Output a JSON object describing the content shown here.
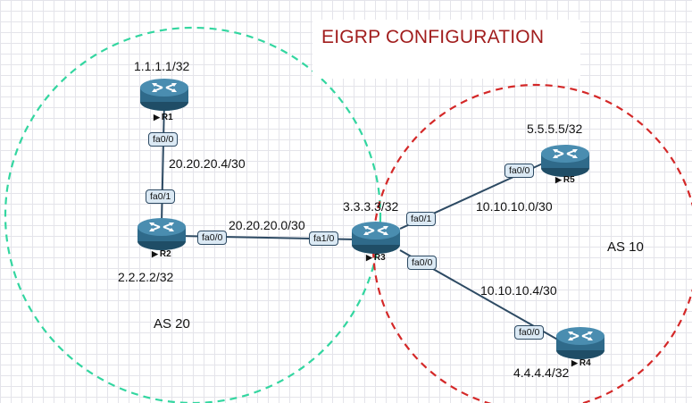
{
  "title": "EIGRP CONFIGURATION",
  "colors": {
    "as20_boundary": "#33d6a0",
    "as10_boundary": "#d42828",
    "title": "#a11d1d",
    "router_body": "#2f6a8a",
    "link": "#2d4a63",
    "port_fill": "#dbe9f4"
  },
  "areas": {
    "as20": "AS 20",
    "as10": "AS 10"
  },
  "routers": {
    "r1": {
      "name": "R1",
      "loopback": "1.1.1.1/32"
    },
    "r2": {
      "name": "R2",
      "loopback": "2.2.2.2/32"
    },
    "r3": {
      "name": "R3",
      "loopback": "3.3.3.3/32"
    },
    "r4": {
      "name": "R4",
      "loopback": "4.4.4.4/32"
    },
    "r5": {
      "name": "R5",
      "loopback": "5.5.5.5/32"
    }
  },
  "links": {
    "r1_r2": {
      "subnet": "20.20.20.4/30",
      "a_port": "fa0/0",
      "b_port": "fa0/1"
    },
    "r2_r3": {
      "subnet": "20.20.20.0/30",
      "a_port": "fa0/0",
      "b_port": "fa1/0"
    },
    "r3_r5": {
      "subnet": "10.10.10.0/30",
      "a_port": "fa0/1",
      "b_port": "fa0/0"
    },
    "r3_r4": {
      "subnet": "10.10.10.4/30",
      "a_port": "fa0/0",
      "b_port": "fa0/0"
    }
  }
}
